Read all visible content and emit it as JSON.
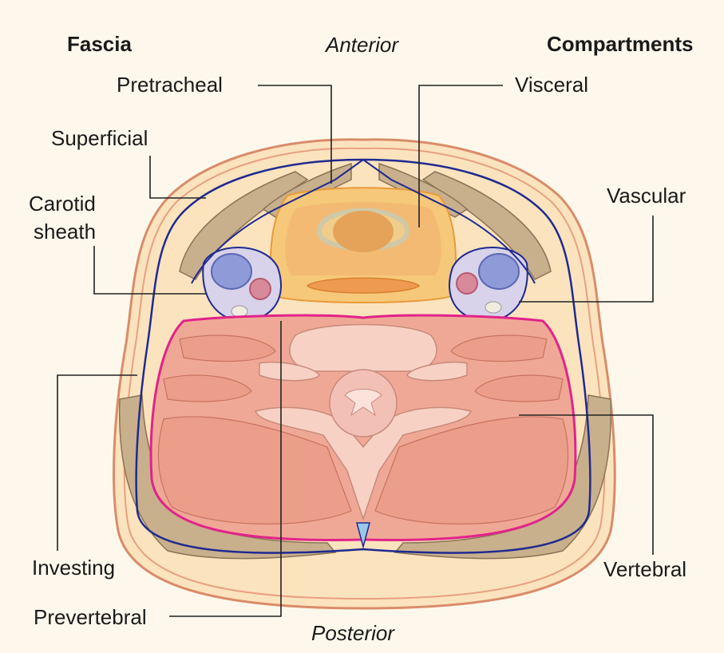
{
  "headers": {
    "fascia": "Fascia",
    "compartments": "Compartments",
    "anterior": "Anterior",
    "posterior": "Posterior"
  },
  "fascia_labels": {
    "pretracheal": "Pretracheal",
    "superficial": "Superficial",
    "carotid_line1": "Carotid",
    "carotid_line2": "sheath",
    "investing": "Investing",
    "prevertebral": "Prevertebral"
  },
  "compartment_labels": {
    "visceral": "Visceral",
    "vascular": "Vascular",
    "vertebral": "Vertebral"
  },
  "colors": {
    "background": "#fdf8eb",
    "investing_fascia": "#1f2a8f",
    "prevertebral_fascia": "#e0248a",
    "visceral_compartment": "#f6c87a",
    "vertebral_muscle": "#f0a896",
    "superficial_muscle": "#c9b08c",
    "leader_line": "#222222"
  }
}
